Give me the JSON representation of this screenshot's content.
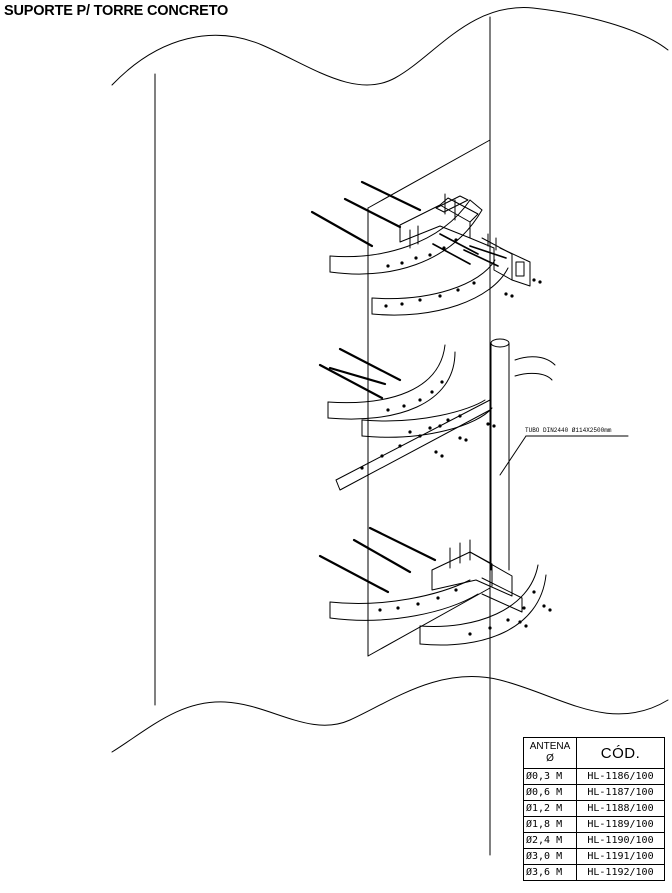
{
  "title": "SUPORTE P/ TORRE CONCRETO",
  "annotation": {
    "tube": "TUBO DIN2440 Ø114X2500mm"
  },
  "table": {
    "headers": {
      "antenna_line1": "ANTENA",
      "antenna_line2": "Ø",
      "code": "CÓD."
    },
    "rows": [
      {
        "antenna": "Ø0,3  M",
        "code": "HL-1186/100"
      },
      {
        "antenna": "Ø0,6  M",
        "code": "HL-1187/100"
      },
      {
        "antenna": "Ø1,2  M",
        "code": "HL-1188/100"
      },
      {
        "antenna": "Ø1,8  M",
        "code": "HL-1189/100"
      },
      {
        "antenna": "Ø2,4  M",
        "code": "HL-1190/100"
      },
      {
        "antenna": "Ø3,0  M",
        "code": "HL-1191/100"
      },
      {
        "antenna": "Ø3,6  M",
        "code": "HL-1192/100"
      }
    ]
  }
}
